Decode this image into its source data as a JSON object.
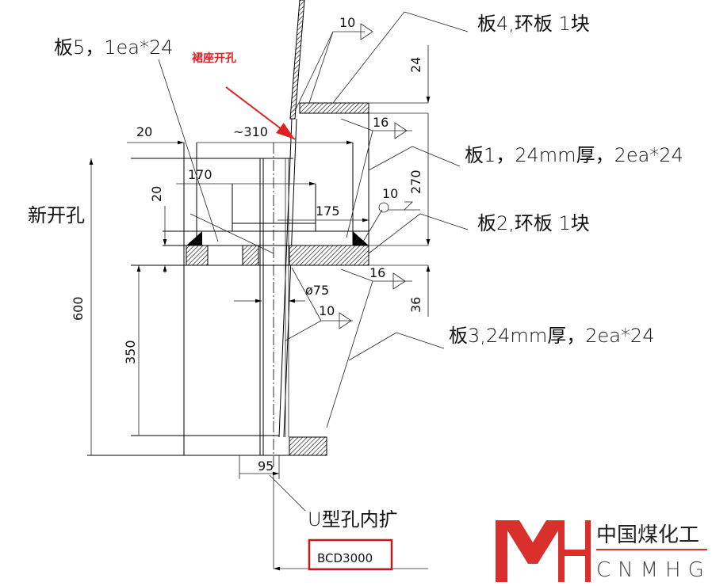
{
  "labels": {
    "plate5": "板5，1ea*24",
    "skirt_opening": "裙座开孔",
    "plate4": "板4,环板  1块",
    "plate1": "板1，24mm厚，2ea*24",
    "new_opening": "新开孔",
    "plate2": "板2,环板  1块",
    "plate3": "板3,24mm厚，2ea*24",
    "u_hole": "U型孔内扩",
    "bcd": "BCD3000"
  },
  "dimensions": {
    "d20_top": "20",
    "d310": "~310",
    "d170": "170",
    "d20_left": "20",
    "d175": "175",
    "d600": "600",
    "d350": "350",
    "d75": "ø75",
    "d95": "95",
    "d24": "24",
    "d270": "270",
    "d36": "36"
  },
  "welds": {
    "w10_top": "10",
    "w16_upper": "16",
    "w10_ring": "10",
    "w16_lower": "16",
    "w10_lower": "10"
  },
  "logo": {
    "cn": "中国煤化工",
    "en": "CNMHG",
    "color": "#d9302c"
  },
  "colors": {
    "annotation": "#e02020"
  }
}
